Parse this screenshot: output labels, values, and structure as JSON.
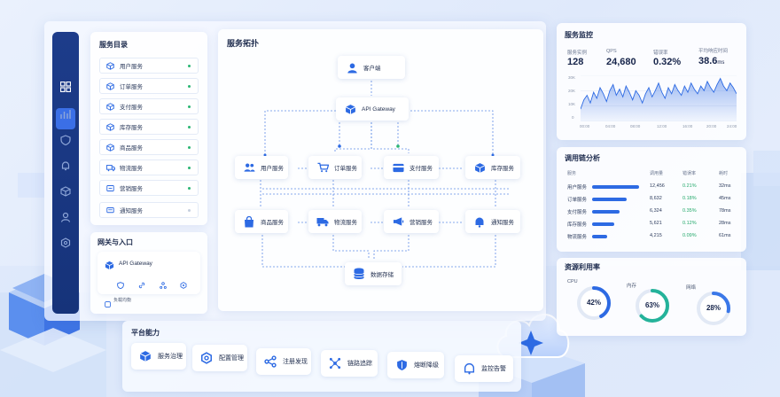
{
  "catalog": {
    "title": "服务目录",
    "items": [
      {
        "label": "用户服务",
        "status": "online"
      },
      {
        "label": "订单服务",
        "status": "online"
      },
      {
        "label": "支付服务",
        "status": "online"
      },
      {
        "label": "库存服务",
        "status": "online"
      },
      {
        "label": "商品服务",
        "status": "online"
      },
      {
        "label": "物流服务",
        "status": "online"
      },
      {
        "label": "营销服务",
        "status": "online"
      },
      {
        "label": "通知服务",
        "status": "offline"
      }
    ]
  },
  "gateway": {
    "title": "网关与入口",
    "name": "API Gateway",
    "lb_label": "负载均衡"
  },
  "topology": {
    "title": "服务拓扑",
    "client": "客户端",
    "gateway": "API Gateway",
    "row1": [
      "用户服务",
      "订单服务",
      "支付服务",
      "库存服务"
    ],
    "row2": [
      "商品服务",
      "物流服务",
      "营销服务",
      "通知服务"
    ],
    "storage": "数据存储"
  },
  "platform": {
    "title": "平台能力",
    "buttons": [
      "服务治理",
      "配置管理",
      "注册发现",
      "链路追踪",
      "熔断降级",
      "监控告警"
    ]
  },
  "monitor": {
    "title": "服务监控",
    "metrics": [
      {
        "label": "服务实例",
        "value": "128",
        "unit": ""
      },
      {
        "label": "QPS",
        "value": "24,680",
        "unit": ""
      },
      {
        "label": "错误率",
        "value": "0.32%",
        "unit": ""
      },
      {
        "label": "平均响应时间",
        "value": "38.6",
        "unit": "ms"
      }
    ],
    "y_ticks": [
      "30K",
      "20K",
      "10K",
      "0"
    ],
    "x_ticks": [
      "00:00",
      "04:00",
      "08:00",
      "12:00",
      "16:00",
      "20:00",
      "24:00"
    ]
  },
  "chart_data": {
    "type": "area",
    "x": [
      0,
      1,
      2,
      3,
      4,
      5,
      6,
      7,
      8,
      9,
      10,
      11,
      12,
      13,
      14,
      15,
      16,
      17,
      18,
      19,
      20,
      21,
      22,
      23,
      24,
      25,
      26,
      27,
      28,
      29,
      30,
      31,
      32,
      33,
      34,
      35,
      36,
      37,
      38,
      39,
      40,
      41,
      42,
      43,
      44,
      45,
      46,
      47,
      48
    ],
    "values": [
      8,
      14,
      17,
      12,
      19,
      15,
      22,
      18,
      13,
      20,
      24,
      17,
      21,
      16,
      23,
      19,
      14,
      20,
      17,
      12,
      18,
      22,
      16,
      20,
      25,
      19,
      15,
      22,
      18,
      24,
      20,
      17,
      23,
      19,
      25,
      21,
      18,
      23,
      20,
      26,
      22,
      19,
      24,
      28,
      23,
      20,
      25,
      22,
      18
    ],
    "y_unit": "K",
    "ylim": [
      0,
      30
    ],
    "x_tick_labels": [
      "00:00",
      "04:00",
      "08:00",
      "12:00",
      "16:00",
      "20:00",
      "24:00"
    ],
    "color": "#2d6ae3",
    "grid": true
  },
  "trace": {
    "title": "调用链分析",
    "headers": [
      "服务",
      "调用量",
      "错误率",
      "耗时"
    ],
    "rows": [
      {
        "name": "用户服务",
        "calls": "12,456",
        "err": "0.21%",
        "time": "32ms",
        "share": 0.95
      },
      {
        "name": "订单服务",
        "calls": "8,632",
        "err": "0.18%",
        "time": "45ms",
        "share": 0.7
      },
      {
        "name": "支付服务",
        "calls": "6,324",
        "err": "0.35%",
        "time": "78ms",
        "share": 0.55
      },
      {
        "name": "库存服务",
        "calls": "5,621",
        "err": "0.12%",
        "time": "28ms",
        "share": 0.45
      },
      {
        "name": "物流服务",
        "calls": "4,215",
        "err": "0.09%",
        "time": "61ms",
        "share": 0.3
      }
    ]
  },
  "resources": {
    "title": "资源利用率",
    "gauges": [
      {
        "label": "CPU",
        "value": "42%",
        "pct": 42,
        "color": "#2d6ae3"
      },
      {
        "label": "内存",
        "value": "63%",
        "pct": 63,
        "color": "#25b39a"
      },
      {
        "label": "网络",
        "value": "28%",
        "pct": 28,
        "color": "#3b78e8"
      }
    ]
  },
  "colors": {
    "accent": "#2d6ae3",
    "online": "#2bb673",
    "rail": "#1d3c8a"
  }
}
